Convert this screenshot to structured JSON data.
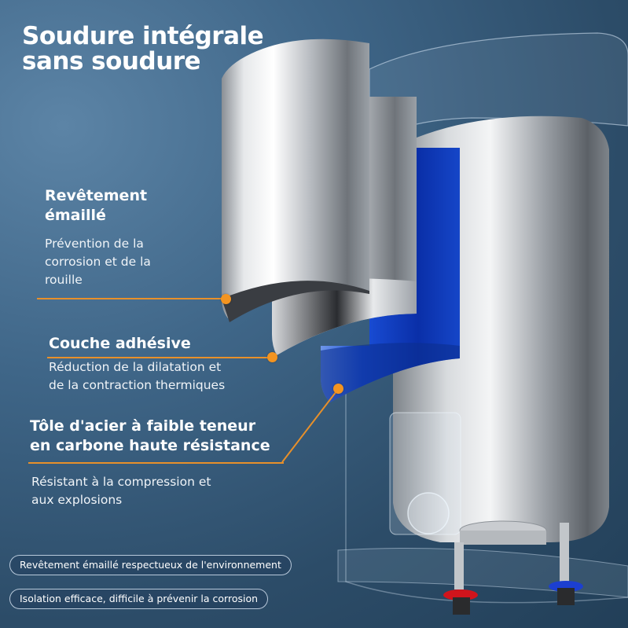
{
  "header": {
    "title_line1": "Soudure intégrale",
    "title_line2": "sans soudure"
  },
  "features": [
    {
      "title_line1": "Revêtement",
      "title_line2": "émaillé",
      "desc_line1": "Prévention de la",
      "desc_line2": "corrosion et de la",
      "desc_line3": "rouille"
    },
    {
      "title_line1": "Couche adhésive",
      "desc_line1": "Réduction de la dilatation et",
      "desc_line2": "de la contraction thermiques"
    },
    {
      "title_line1": "Tôle d'acier à faible teneur",
      "title_line2": "en carbone haute résistance",
      "desc_line1": "Résistant à la compression et",
      "desc_line2": "aux explosions"
    }
  ],
  "badges": [
    {
      "label": "Revêtement émaillé respectueux de l'environnement"
    },
    {
      "label": "Isolation efficace, difficile à prévenir la corrosion"
    }
  ],
  "colors": {
    "background": "#3f6688",
    "accent_orange": "#f39420",
    "enamel_blue": "#1546c8",
    "steel_silver": "#c8ccd0",
    "hot_pipe_red": "#d0141c",
    "cold_pipe_blue": "#1c3fd0"
  }
}
